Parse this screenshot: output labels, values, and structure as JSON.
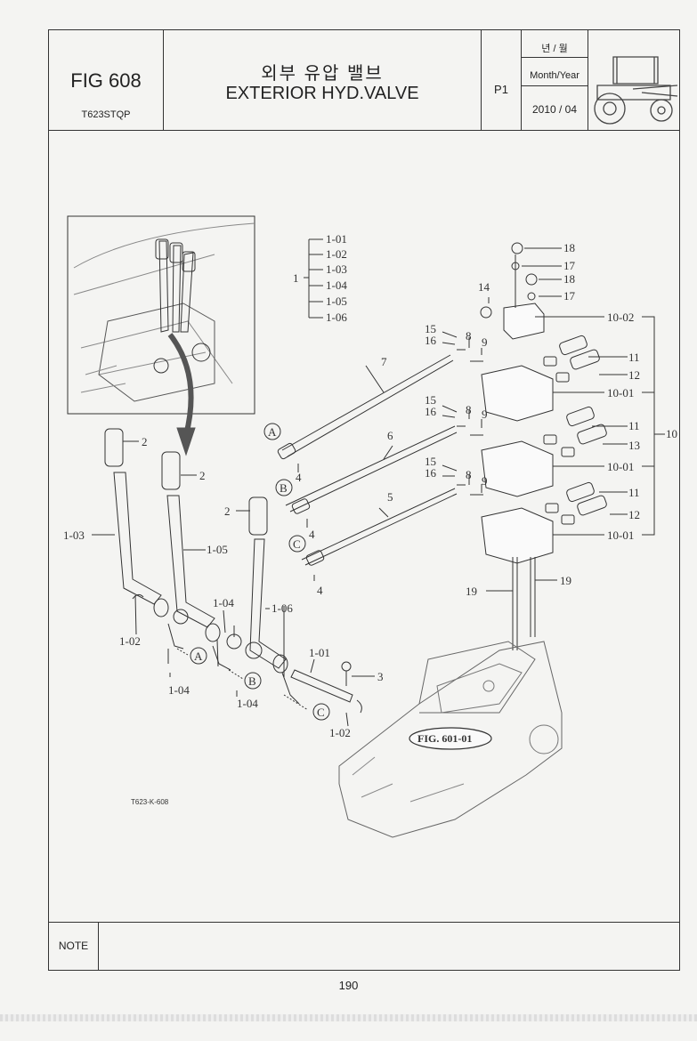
{
  "header": {
    "fig_no": "FIG 608",
    "model": "T623STQP",
    "title_ko": "외부 유압 밸브",
    "title_en": "EXTERIOR HYD.VALVE",
    "page": "P1",
    "date_label_ko": "년 / 월",
    "date_label_en": "Month/Year",
    "date_value": "2010 / 04"
  },
  "diagram": {
    "group_label": "1",
    "group_parts": [
      "1-01",
      "1-02",
      "1-03",
      "1-04",
      "1-05",
      "1-06"
    ],
    "callouts": {
      "c18a": "18",
      "c17a": "17",
      "c18b": "18",
      "c17b": "17",
      "c14": "14",
      "c1002": "10-02",
      "c15a": "15",
      "c16a": "16",
      "c8a": "8",
      "c9a": "9",
      "c11a": "11",
      "c12a": "12",
      "c1001a": "10-01",
      "c7": "7",
      "c10": "10",
      "c15b": "15",
      "c16b": "16",
      "c8b": "8",
      "c9b": "9",
      "c11b": "11",
      "c13": "13",
      "c1001b": "10-01",
      "c6": "6",
      "c15c": "15",
      "c16c": "16",
      "c8c": "8",
      "c9c": "9",
      "c11c": "11",
      "c12b": "12",
      "c1001c": "10-01",
      "c5": "5",
      "c4a": "4",
      "c4b": "4",
      "c4c": "4",
      "c19a": "19",
      "c19b": "19",
      "c2a": "2",
      "c2b": "2",
      "c2c": "2",
      "c103": "1-03",
      "c105": "1-05",
      "c106": "1-06",
      "c104a": "1-04",
      "c102a": "1-02",
      "c104b": "1-04",
      "c104c": "1-04",
      "c101": "1-01",
      "c3": "3",
      "c102b": "1-02"
    },
    "markers": {
      "a": "A",
      "b": "B",
      "c": "C"
    },
    "fig_ref": "FIG. 601-01",
    "drawing_code": "T623-K-608"
  },
  "footer": {
    "note_label": "NOTE",
    "note_text": "",
    "page_number": "190"
  }
}
